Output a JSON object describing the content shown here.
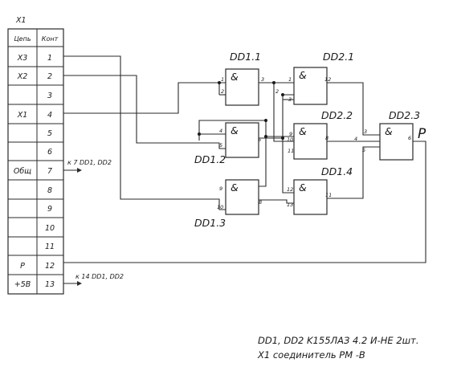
{
  "connector": {
    "designator": "X1",
    "header_chain": "Цепь",
    "header_contact": "Конт",
    "rows": [
      {
        "chain": "X3",
        "contact": "1"
      },
      {
        "chain": "X2",
        "contact": "2"
      },
      {
        "chain": "",
        "contact": "3"
      },
      {
        "chain": "X1",
        "contact": "4"
      },
      {
        "chain": "",
        "contact": "5"
      },
      {
        "chain": "",
        "contact": "6"
      },
      {
        "chain": "Общ",
        "contact": "7"
      },
      {
        "chain": "",
        "contact": "8"
      },
      {
        "chain": "",
        "contact": "9"
      },
      {
        "chain": "",
        "contact": "10"
      },
      {
        "chain": "",
        "contact": "11"
      },
      {
        "chain": "P",
        "contact": "12"
      },
      {
        "chain": "+5B",
        "contact": "13"
      }
    ]
  },
  "notes": {
    "gnd_note": "к 7 DD1, DD2",
    "vcc_note": "к 14 DD1, DD2"
  },
  "gates": {
    "dd11": {
      "label": "DD1.1",
      "symbol": "&",
      "in1": "1",
      "in2": "2",
      "out": "3"
    },
    "dd12": {
      "label": "DD1.2",
      "symbol": "&",
      "in1": "4",
      "in2": "5",
      "out": "6"
    },
    "dd13": {
      "label": "DD1.3",
      "symbol": "&",
      "in1": "9",
      "in2": "10",
      "out": "8"
    },
    "dd21": {
      "label": "DD2.1",
      "symbol": "&",
      "in1": "1",
      "in2": "2",
      "out": "12",
      "extra": "3"
    },
    "dd22": {
      "label": "DD2.2",
      "symbol": "&",
      "in1": "9",
      "in2": "10",
      "out": "8",
      "extra": "11"
    },
    "dd14": {
      "label": "DD1.4",
      "symbol": "&",
      "in1": "12",
      "in2": "13",
      "out": "11"
    },
    "dd23": {
      "label": "DD2.3",
      "symbol": "&",
      "in1": "3",
      "in2": "4",
      "in3": "5",
      "out": "6"
    }
  },
  "output_label": "P",
  "footer": {
    "line1": "DD1, DD2 K155ЛАЗ 4.2 И-НЕ 2шт.",
    "line2": "X1 соединитель РМ -В"
  }
}
